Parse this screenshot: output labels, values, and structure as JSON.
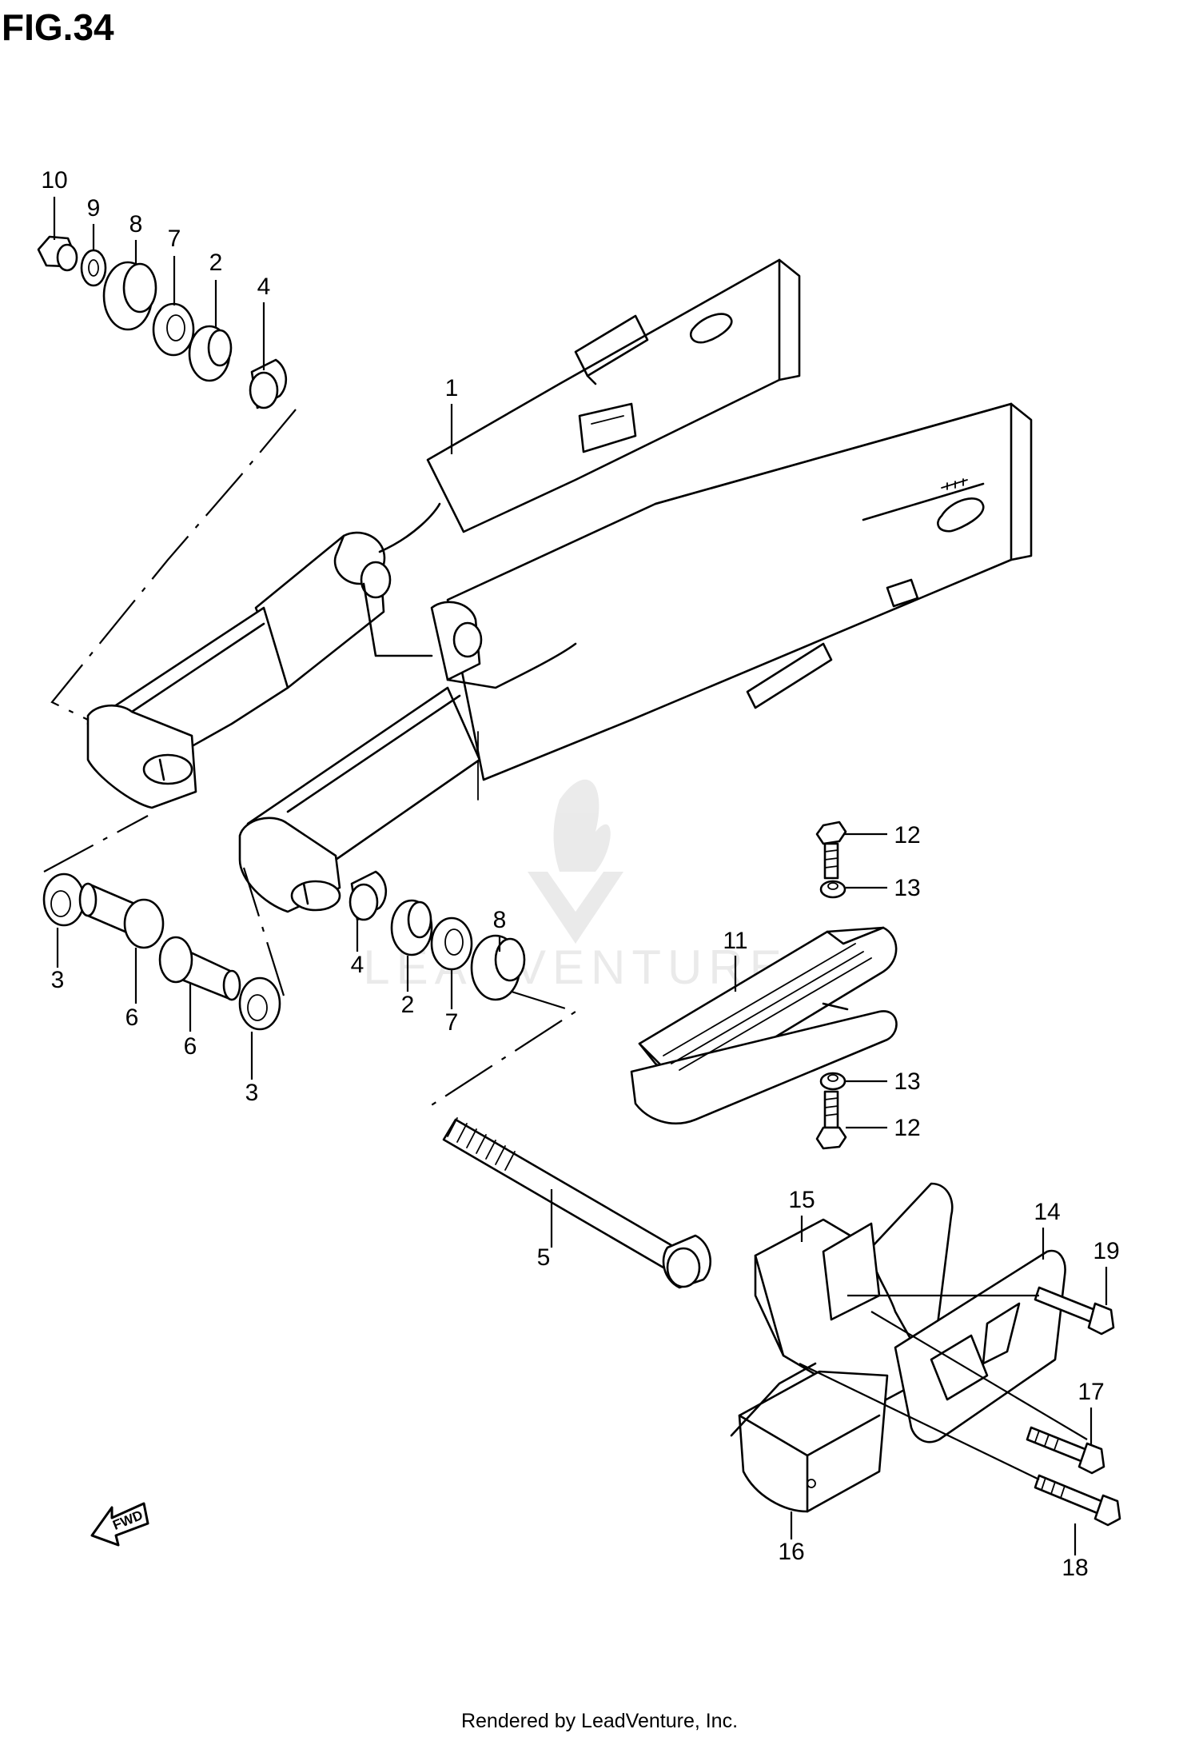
{
  "figure": {
    "title": "FIG.34",
    "footer": "Rendered by LeadVenture, Inc.",
    "watermark": "LEADVENTURE",
    "fwd_label": "FWD"
  },
  "callouts": [
    {
      "id": "c10a",
      "label": "10"
    },
    {
      "id": "c9a",
      "label": "9"
    },
    {
      "id": "c8a",
      "label": "8"
    },
    {
      "id": "c7a",
      "label": "7"
    },
    {
      "id": "c2a",
      "label": "2"
    },
    {
      "id": "c4a",
      "label": "4"
    },
    {
      "id": "c1",
      "label": "1"
    },
    {
      "id": "c3a",
      "label": "3"
    },
    {
      "id": "c6a",
      "label": "6"
    },
    {
      "id": "c6b",
      "label": "6"
    },
    {
      "id": "c3b",
      "label": "3"
    },
    {
      "id": "c4b",
      "label": "4"
    },
    {
      "id": "c2b",
      "label": "2"
    },
    {
      "id": "c7b",
      "label": "7"
    },
    {
      "id": "c8b",
      "label": "8"
    },
    {
      "id": "c12a",
      "label": "12"
    },
    {
      "id": "c13a",
      "label": "13"
    },
    {
      "id": "c11",
      "label": "11"
    },
    {
      "id": "c13b",
      "label": "13"
    },
    {
      "id": "c12b",
      "label": "12"
    },
    {
      "id": "c5",
      "label": "5"
    },
    {
      "id": "c15",
      "label": "15"
    },
    {
      "id": "c14",
      "label": "14"
    },
    {
      "id": "c19",
      "label": "19"
    },
    {
      "id": "c17",
      "label": "17"
    },
    {
      "id": "c16",
      "label": "16"
    },
    {
      "id": "c18",
      "label": "18"
    }
  ]
}
